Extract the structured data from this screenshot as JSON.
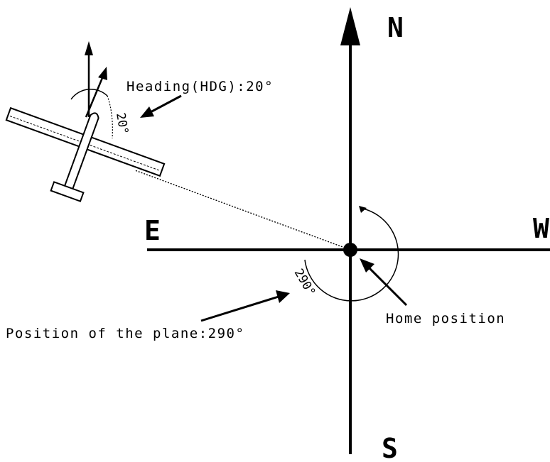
{
  "compass": {
    "north": "N",
    "south": "S",
    "east": "E",
    "west": "W"
  },
  "labels": {
    "heading": "Heading(HDG):20°",
    "heading_angle": "20°",
    "position": "Position of the plane:290°",
    "position_angle": "290°",
    "home": "Home position"
  },
  "colors": {
    "ink": "#000000",
    "background": "#ffffff"
  },
  "icons": [
    "airplane-icon",
    "north-arrow-icon",
    "home-point-icon"
  ]
}
